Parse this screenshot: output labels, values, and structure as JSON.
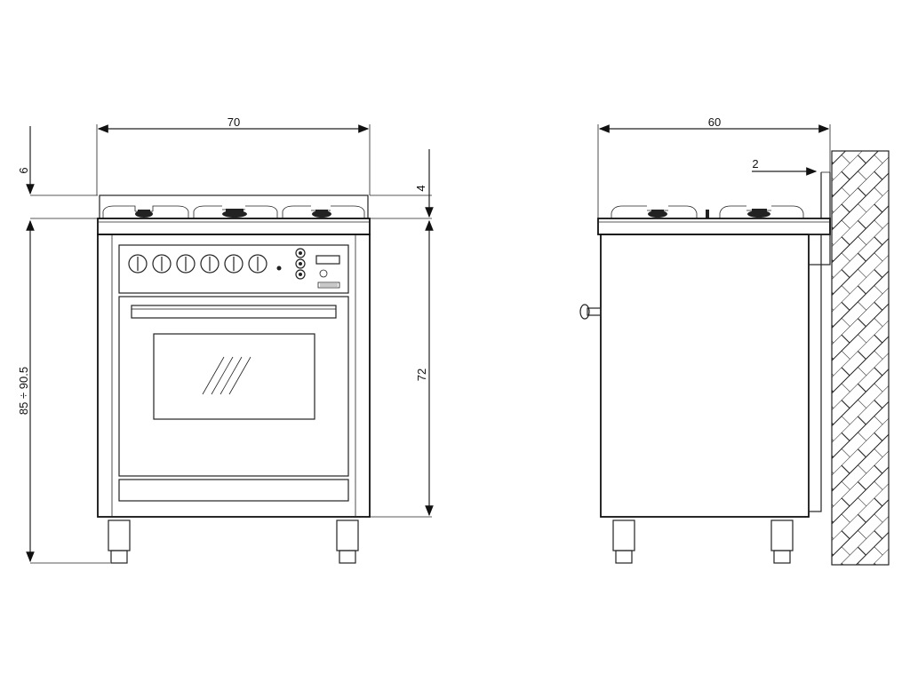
{
  "dimensions": {
    "front_width": "70",
    "top_offset": "6",
    "hob_thickness": "4",
    "total_height": "85 ÷ 90.5",
    "body_height": "72",
    "side_depth": "60",
    "wall_gap": "2"
  }
}
